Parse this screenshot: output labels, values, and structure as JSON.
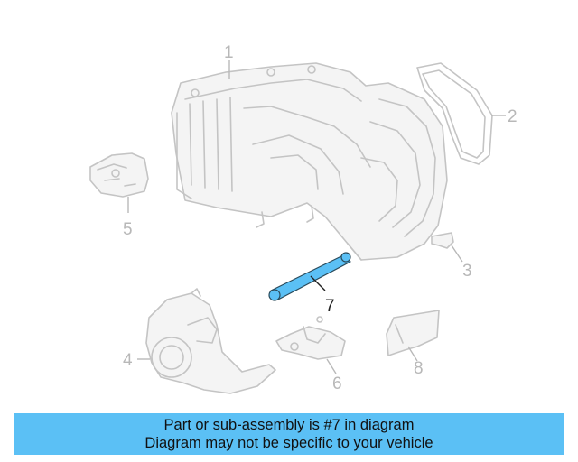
{
  "diagram": {
    "highlight_color": "#5bc0f5",
    "callouts": [
      {
        "id": "1",
        "label": "1"
      },
      {
        "id": "2",
        "label": "2"
      },
      {
        "id": "3",
        "label": "3"
      },
      {
        "id": "4",
        "label": "4"
      },
      {
        "id": "5",
        "label": "5"
      },
      {
        "id": "6",
        "label": "6"
      },
      {
        "id": "7",
        "label": "7",
        "highlighted": true
      },
      {
        "id": "8",
        "label": "8"
      }
    ]
  },
  "banner": {
    "line1": "Part or sub-assembly is #7 in diagram",
    "line2": "Diagram may not be specific to your vehicle",
    "background": "#5bc0f5"
  }
}
